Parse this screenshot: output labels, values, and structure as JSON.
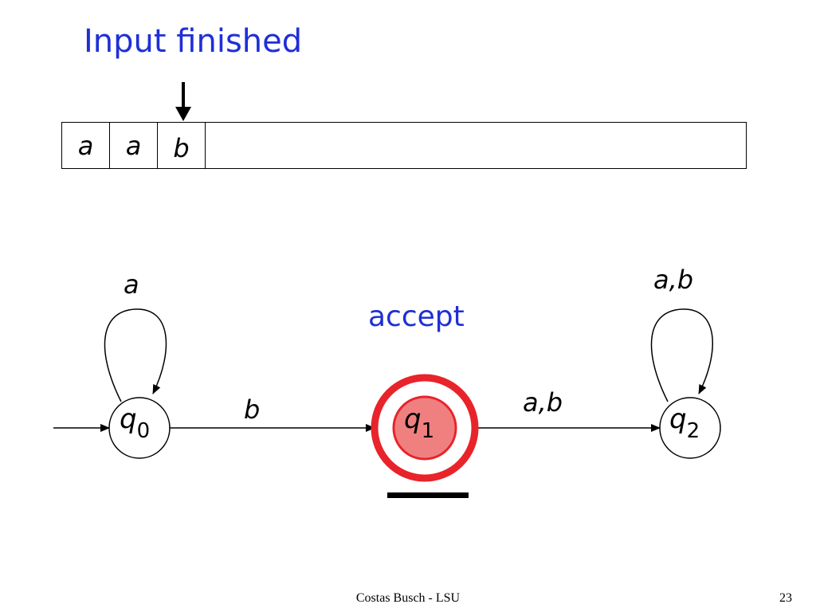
{
  "title": "Input finished",
  "tape": {
    "cells": [
      "a",
      "a",
      "b"
    ]
  },
  "status": "accept",
  "states": {
    "q0": {
      "name": "q",
      "sub": "0"
    },
    "q1": {
      "name": "q",
      "sub": "1"
    },
    "q2": {
      "name": "q",
      "sub": "2"
    }
  },
  "transitions": {
    "q0_loop": "a",
    "q0_to_q1": "b",
    "q1_to_q2": "a,b",
    "q2_loop": "a,b"
  },
  "colors": {
    "accent": "#1f2fd6",
    "accept_ring": "#e8232a",
    "accept_fill": "#f08080"
  },
  "footer": {
    "text": "Costas Busch - LSU",
    "page": "23"
  }
}
